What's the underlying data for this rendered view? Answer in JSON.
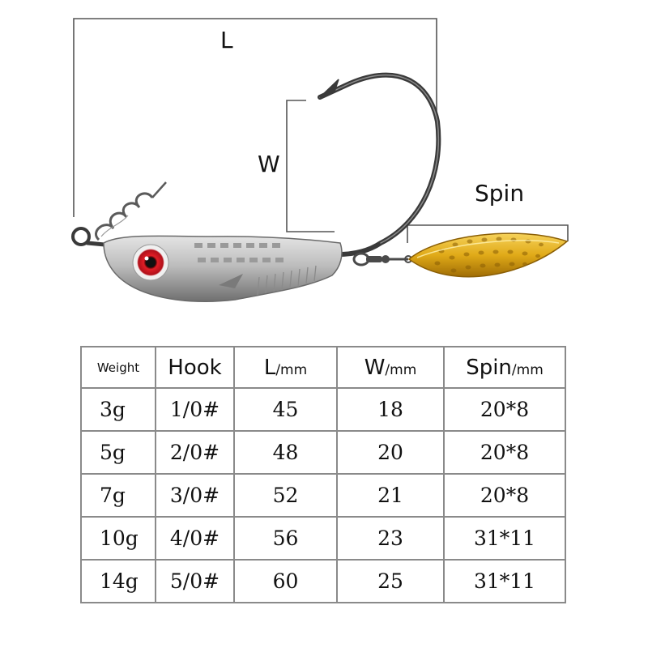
{
  "labels": {
    "length": "L",
    "width": "W",
    "spin": "Spin"
  },
  "table": {
    "headers": [
      {
        "main": "Weight",
        "unit": ""
      },
      {
        "main": "Hook",
        "unit": ""
      },
      {
        "main": "L",
        "unit": "/mm"
      },
      {
        "main": "W",
        "unit": "/mm"
      },
      {
        "main": "Spin",
        "unit": "/mm"
      }
    ],
    "rows": [
      {
        "weight": "3g",
        "hook": "1/0#",
        "l": "45",
        "w": "18",
        "spin": "20*8"
      },
      {
        "weight": "5g",
        "hook": "2/0#",
        "l": "48",
        "w": "20",
        "spin": "20*8"
      },
      {
        "weight": "7g",
        "hook": "3/0#",
        "l": "52",
        "w": "21",
        "spin": "20*8"
      },
      {
        "weight": "10g",
        "hook": "4/0#",
        "l": "56",
        "w": "23",
        "spin": "31*11"
      },
      {
        "weight": "14g",
        "hook": "5/0#",
        "l": "60",
        "w": "25",
        "spin": "31*11"
      }
    ]
  },
  "colors": {
    "blade_gold": "#d8a615",
    "eye_red": "#c8121b",
    "lead_body": "#b8b8b8",
    "hook_wire": "#3a3a3a",
    "grid_line": "#8a8a8a"
  },
  "icons": [
    "hook-icon",
    "screw-lock-icon",
    "jig-head-icon",
    "willow-blade-icon"
  ]
}
